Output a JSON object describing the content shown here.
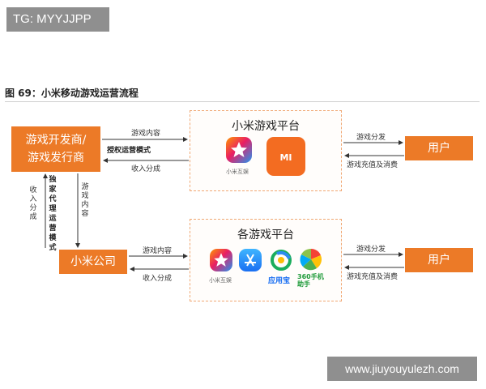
{
  "watermarks": {
    "top": "TG: MYYJJPP",
    "bottom": "www.jiuyouyulezh.com"
  },
  "figure_title": "图 69：小米移动游戏运营流程",
  "nodes": {
    "developer": [
      "游戏开发商/",
      "游戏发行商"
    ],
    "xiaomi_company": "小米公司",
    "user_top": "用户",
    "user_bottom": "用户"
  },
  "platforms": {
    "xiaomi": {
      "title": "小米游戏平台",
      "icons": [
        {
          "icon": "star-app-icon",
          "label": "小米互娱",
          "color": "#ffb300"
        },
        {
          "icon": "mi-logo-icon",
          "label": "MI",
          "color": "#f36c21"
        }
      ]
    },
    "others": {
      "title": "各游戏平台",
      "icons": [
        {
          "icon": "star-app-icon",
          "label": "小米互娱"
        },
        {
          "icon": "app-store-icon",
          "label": ""
        },
        {
          "icon": "yingyongbao-icon",
          "label": "应用宝"
        },
        {
          "icon": "360-assistant-icon",
          "label": "360手机助手"
        }
      ]
    }
  },
  "edges": {
    "dev_to_xiaomi_platform": "游戏内容",
    "mode_label": "授权运营模式",
    "xiaomi_platform_to_dev": "收入分成",
    "platform1_to_user": "游戏分发",
    "user_to_platform1": "游戏充值及消费",
    "dev_to_xiaomi_co": "游戏内容",
    "xiaomi_co_to_dev": "收入分成",
    "exclusive_mode": "独家代理运营模式",
    "xiaomi_co_to_platforms": "游戏内容",
    "platforms_to_xiaomi_co": "收入分成",
    "platform2_to_user": "游戏分发",
    "user_to_platform2": "游戏充值及消费"
  },
  "colors": {
    "accent": "#ec7a27",
    "dashed_border": "#f0a874"
  }
}
